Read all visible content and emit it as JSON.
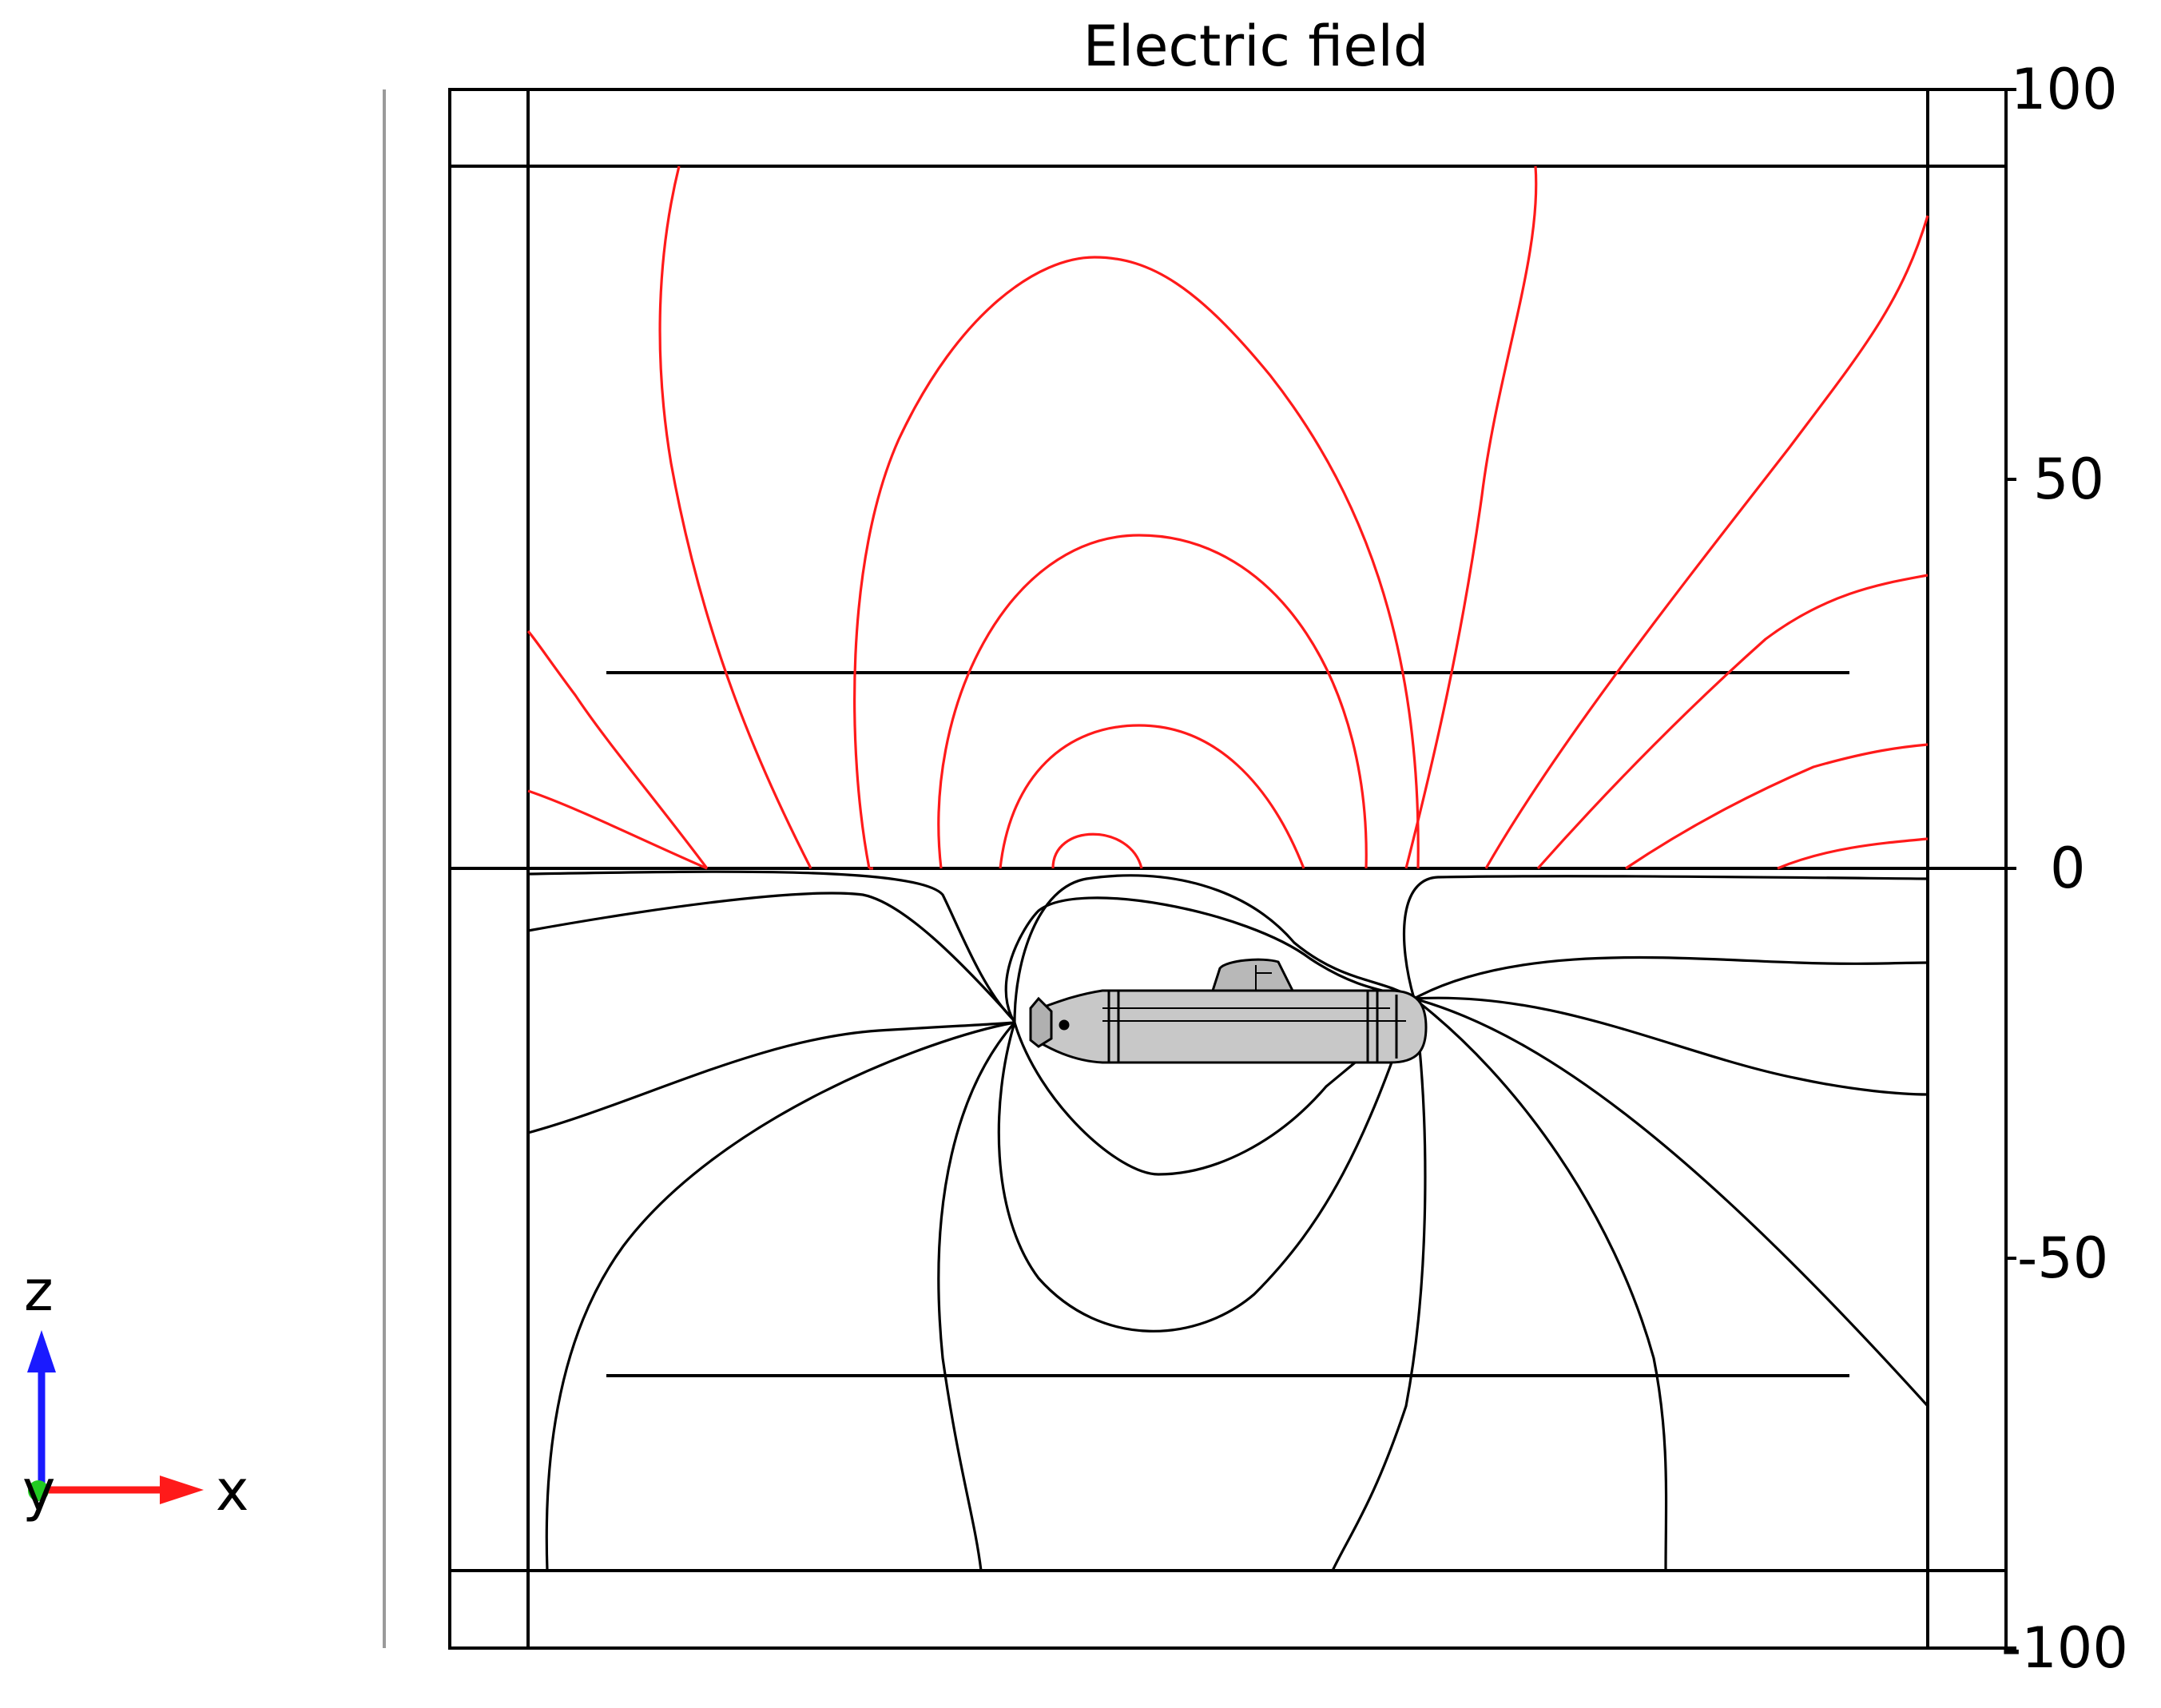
{
  "plot": {
    "title": "Electric field",
    "z_ticks": [
      "100",
      "50",
      "0",
      "-50",
      "-100"
    ],
    "axis_triad": {
      "z_label": "z",
      "y_label": "y",
      "x_label": "x",
      "z_color": "#1a1aff",
      "x_color": "#ff1a1a",
      "y_color": "#22cc22"
    },
    "colors": {
      "air_field_lines": "#ff1a1a",
      "water_field_lines": "#000000",
      "frame": "#000000",
      "submarine_fill": "#c8c8c8",
      "submarine_outline": "#000000"
    }
  }
}
